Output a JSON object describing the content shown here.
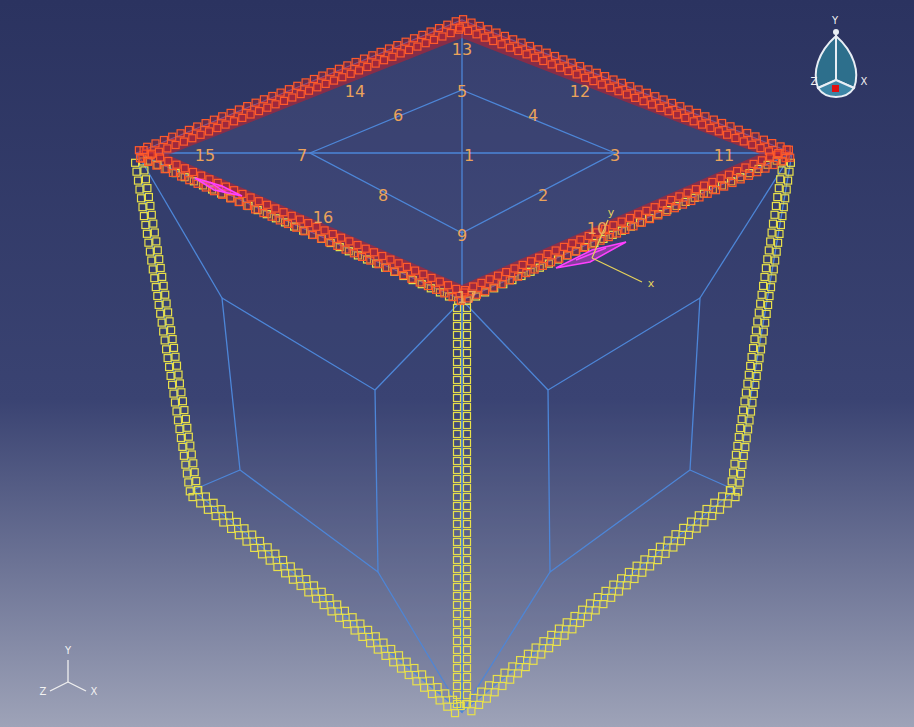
{
  "diagram": {
    "labels": [
      "13",
      "14",
      "5",
      "12",
      "6",
      "4",
      "15",
      "7",
      "1",
      "3",
      "11",
      "8",
      "2",
      "16",
      "9",
      "10",
      "17",
      "y",
      "x",
      "Y",
      "Z",
      "X",
      "Y",
      "Z",
      "X"
    ]
  }
}
